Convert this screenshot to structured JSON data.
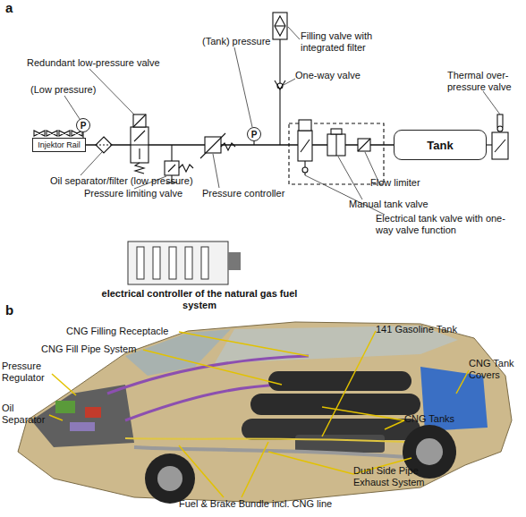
{
  "diagram": {
    "nodes": [
      {
        "text": [
          "Injektor Rail"
        ]
      },
      {
        "text": [
          "P"
        ]
      },
      {
        "text": [
          "P"
        ]
      },
      {
        "text": [
          "Tank"
        ]
      },
      {
        "text": [
          "electrical controller of the natural gas fuel system"
        ]
      }
    ],
    "labels": [
      "a",
      "Filling valve with integrated filter",
      "(Tank) pressure",
      "One-way valve",
      "Thermal over-pressure valve",
      "Redundant low-pressure valve",
      "(Low pressure)",
      "Oil separator/filter (low pressure)",
      "Pressure limiting valve",
      "Pressure controller",
      "Flow limiter",
      "Manual tank valve",
      "Electrical tank valve with one-way valve function",
      "b",
      "CNG Filling Receptacle",
      "CNG Fill Pipe System",
      "Pressure Regulator",
      "Oil Separator",
      "141 Gasoline Tank",
      "CNG Tank Covers",
      "CNG Tanks",
      "Dual Side Pipe Exhaust System",
      "Fuel & Brake Bundle incl. CNG line"
    ]
  }
}
